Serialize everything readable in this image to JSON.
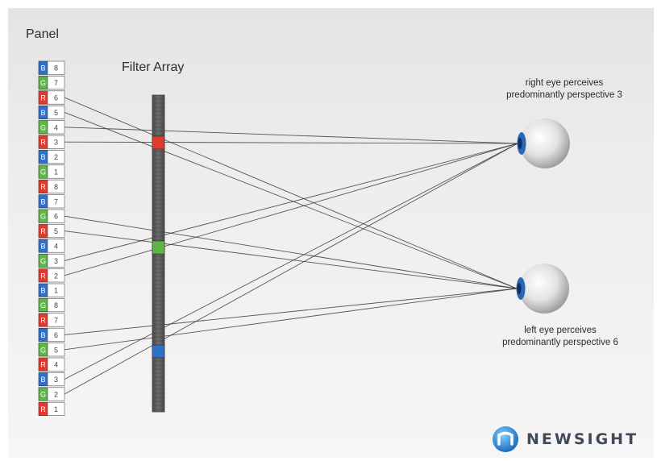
{
  "panel_title": "Panel",
  "filter_title": "Filter Array",
  "right_eye_label": [
    "right eye perceives",
    "predominantly perspective 3"
  ],
  "left_eye_label": [
    "left eye perceives",
    "predominantly perspective 6"
  ],
  "brand": "NEWSIGHT",
  "colors": {
    "R": "#e03a2f",
    "G": "#5fb548",
    "B": "#2f6fc6",
    "filter": "#555555",
    "ray": "#3a3a3a",
    "eye_iris": "#2a66b8"
  },
  "panel_cells": [
    {
      "color": "B",
      "num": "8"
    },
    {
      "color": "G",
      "num": "7"
    },
    {
      "color": "R",
      "num": "6"
    },
    {
      "color": "B",
      "num": "5"
    },
    {
      "color": "G",
      "num": "4"
    },
    {
      "color": "R",
      "num": "3"
    },
    {
      "color": "B",
      "num": "2"
    },
    {
      "color": "G",
      "num": "1"
    },
    {
      "color": "R",
      "num": "8"
    },
    {
      "color": "B",
      "num": "7"
    },
    {
      "color": "G",
      "num": "6"
    },
    {
      "color": "R",
      "num": "5"
    },
    {
      "color": "B",
      "num": "4"
    },
    {
      "color": "G",
      "num": "3"
    },
    {
      "color": "R",
      "num": "2"
    },
    {
      "color": "B",
      "num": "1"
    },
    {
      "color": "G",
      "num": "8"
    },
    {
      "color": "R",
      "num": "7"
    },
    {
      "color": "B",
      "num": "6"
    },
    {
      "color": "G",
      "num": "5"
    },
    {
      "color": "R",
      "num": "4"
    },
    {
      "color": "B",
      "num": "3"
    },
    {
      "color": "G",
      "num": "2"
    },
    {
      "color": "R",
      "num": "1"
    }
  ],
  "filter_openings": [
    {
      "color": "R"
    },
    {
      "color": "G"
    },
    {
      "color": "B"
    }
  ],
  "rays": [
    {
      "from_cell": 4,
      "to_eye": "right"
    },
    {
      "from_cell": 5,
      "to_eye": "right"
    },
    {
      "from_cell": 13,
      "to_eye": "right"
    },
    {
      "from_cell": 14,
      "to_eye": "right"
    },
    {
      "from_cell": 21,
      "to_eye": "right"
    },
    {
      "from_cell": 22,
      "to_eye": "right"
    },
    {
      "from_cell": 2,
      "to_eye": "left"
    },
    {
      "from_cell": 3,
      "to_eye": "left"
    },
    {
      "from_cell": 10,
      "to_eye": "left"
    },
    {
      "from_cell": 11,
      "to_eye": "left"
    },
    {
      "from_cell": 18,
      "to_eye": "left"
    },
    {
      "from_cell": 19,
      "to_eye": "left"
    }
  ]
}
